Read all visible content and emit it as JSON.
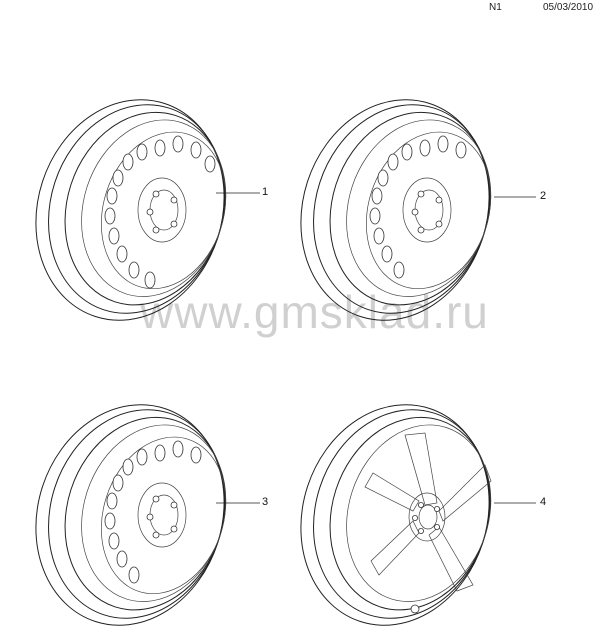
{
  "header": {
    "code": "N1",
    "date": "05/03/2010"
  },
  "watermark": "www.gmsklad.ru",
  "callouts": [
    "1",
    "2",
    "3",
    "4"
  ],
  "wheels": [
    {
      "callout": "1",
      "style": "steel-vented"
    },
    {
      "callout": "2",
      "style": "steel-vented"
    },
    {
      "callout": "3",
      "style": "steel-vented"
    },
    {
      "callout": "4",
      "style": "alloy-5-spoke"
    }
  ]
}
